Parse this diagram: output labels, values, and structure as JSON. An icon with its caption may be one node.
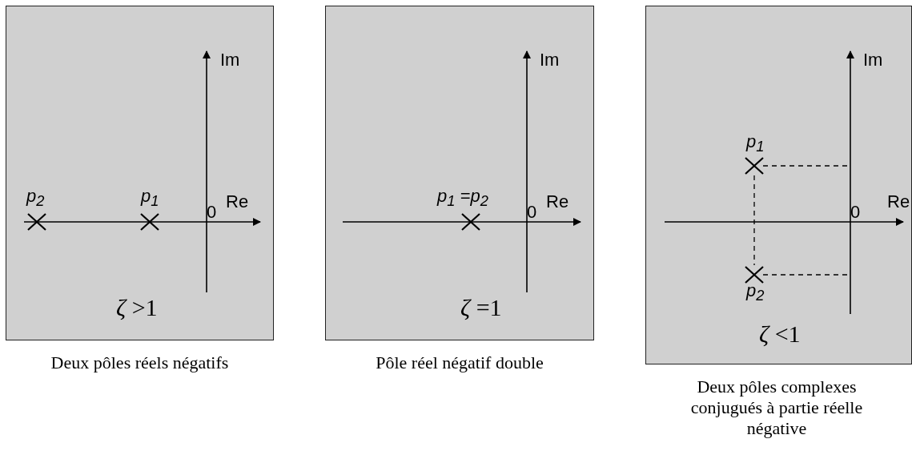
{
  "diagram": {
    "nodes": [
      {
        "text": [
          "*ζ* >1"
        ],
        "beside": [
          "Deux pôles réels négatifs"
        ]
      },
      {
        "text": [
          "*ζ* =1"
        ],
        "beside": [
          "Pôle réel négatif double"
        ]
      },
      {
        "text": [
          "*ζ* <1"
        ],
        "beside": [
          "Deux pôles complexes conjugués  à partie réelle négative"
        ]
      }
    ],
    "labels": [
      "Im",
      "p$_{2}$",
      "p$_{1}$",
      "0",
      "Re",
      "Im",
      "p$_{1}$ =p$_{2}$",
      "0",
      "Re",
      "Im",
      "p$_{1}$",
      "0",
      "Re",
      "p$_{2}$"
    ]
  }
}
